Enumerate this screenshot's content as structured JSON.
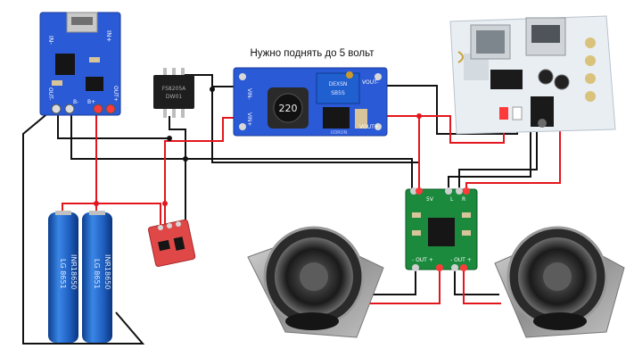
{
  "caption": "Нужно поднять до 5 вольт",
  "charger": {
    "in_minus": "IN-",
    "in_plus": "IN+",
    "out_minus": "OUT-",
    "b_minus": "B-",
    "b_plus": "B+",
    "out_plus": "OUT+"
  },
  "chip": {
    "line1": "FS8205A",
    "line2": "DW01"
  },
  "boost": {
    "vin_minus": "VIN-",
    "vout_minus": "VOUT-",
    "vin_plus": "VIN+",
    "vout_plus": "VOUT+",
    "inductor": "220",
    "cap_top": "DEXSN",
    "cap_code": "SB5S",
    "brand": "UDRON"
  },
  "amp": {
    "five_v": "5V",
    "gnd_l": "⏚",
    "l": "L",
    "r": "R",
    "out_left": "- OUT +",
    "out_right": "- OUT +"
  },
  "battery": {
    "text_a": "LG 8651",
    "text_b": "INR18650"
  },
  "colors": {
    "red_wire": "#e3161d",
    "black_wire": "#111111",
    "pcb_blue": "#2b5ad6",
    "pcb_green": "#1b8a3d",
    "touch_red": "#e04848",
    "battery_blue": "#1f63c4"
  },
  "icons": [
    "usb-port-icon",
    "potentiometer-icon",
    "audio-jack-icon",
    "speaker-icon",
    "battery-icon"
  ]
}
